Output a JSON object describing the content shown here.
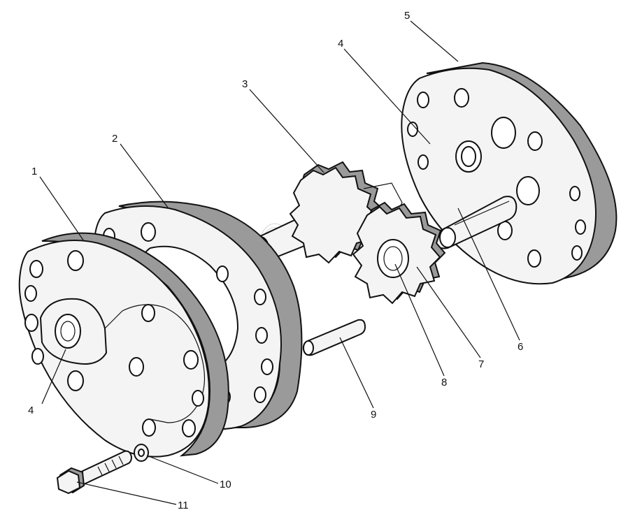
{
  "callouts": {
    "c1": "1",
    "c2": "2",
    "c3": "3",
    "c4a": "4",
    "c4b": "4",
    "c5": "5",
    "c6": "6",
    "c7": "7",
    "c8": "8",
    "c9": "9",
    "c10": "10",
    "c11": "11"
  },
  "colors": {
    "ink": "#111111",
    "shade": "#9a9a9a",
    "paper": "#ffffff"
  }
}
